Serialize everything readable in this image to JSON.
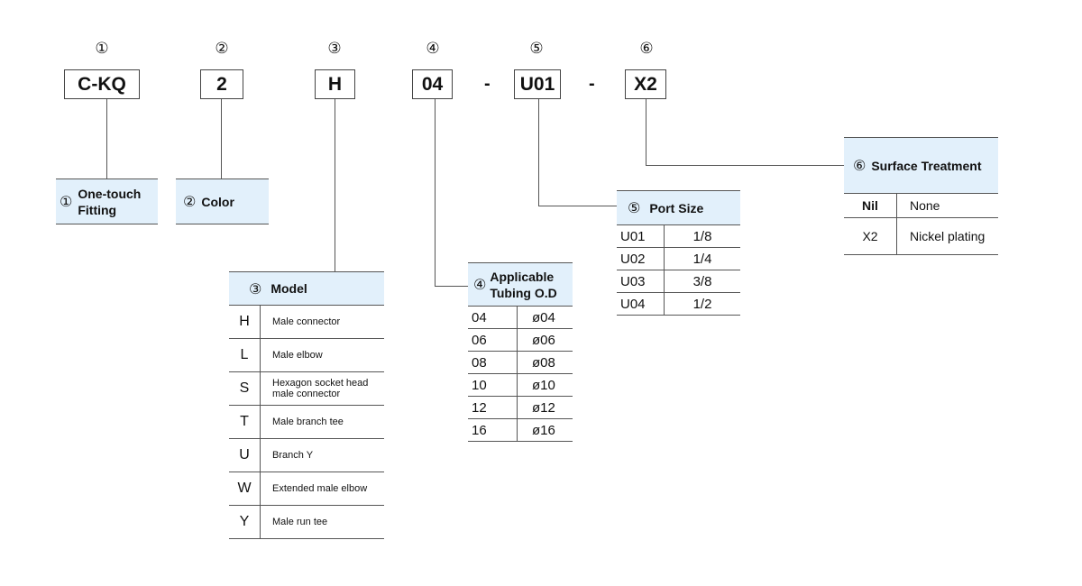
{
  "positions": [
    {
      "num": "①",
      "code": "C-KQ"
    },
    {
      "num": "②",
      "code": "2"
    },
    {
      "num": "③",
      "code": "H"
    },
    {
      "num": "④",
      "code": "04"
    },
    {
      "num": "⑤",
      "code": "U01"
    },
    {
      "num": "⑥",
      "code": "X2"
    }
  ],
  "separator": "-",
  "fitting": {
    "num": "①",
    "title_line1": "One-touch",
    "title_line2": "Fitting"
  },
  "color": {
    "num": "②",
    "title": "Color"
  },
  "model": {
    "num": "③",
    "title": "Model",
    "rows": [
      {
        "code": "H",
        "desc": "Male connector"
      },
      {
        "code": "L",
        "desc": "Male elbow"
      },
      {
        "code": "S",
        "desc_line1": "Hexagon socket head",
        "desc_line2": "male connector"
      },
      {
        "code": "T",
        "desc": "Male branch tee"
      },
      {
        "code": "U",
        "desc": "Branch Y"
      },
      {
        "code": "W",
        "desc": "Extended male elbow"
      },
      {
        "code": "Y",
        "desc": "Male run tee"
      }
    ]
  },
  "tubing": {
    "num": "④",
    "title_line1": "Applicable",
    "title_line2": "Tubing O.D",
    "rows": [
      {
        "code": "04",
        "value": "ø04"
      },
      {
        "code": "06",
        "value": "ø06"
      },
      {
        "code": "08",
        "value": "ø08"
      },
      {
        "code": "10",
        "value": "ø10"
      },
      {
        "code": "12",
        "value": "ø12"
      },
      {
        "code": "16",
        "value": "ø16"
      }
    ]
  },
  "port": {
    "num": "⑤",
    "title": "Port Size",
    "rows": [
      {
        "code": "U01",
        "value": "1/8"
      },
      {
        "code": "U02",
        "value": "1/4"
      },
      {
        "code": "U03",
        "value": "3/8"
      },
      {
        "code": "U04",
        "value": "1/2"
      }
    ]
  },
  "surface": {
    "num": "⑥",
    "title": "Surface Treatment",
    "rows": [
      {
        "code": "Nil",
        "value": "None"
      },
      {
        "code": "X2",
        "value": "Nickel plating"
      }
    ]
  }
}
